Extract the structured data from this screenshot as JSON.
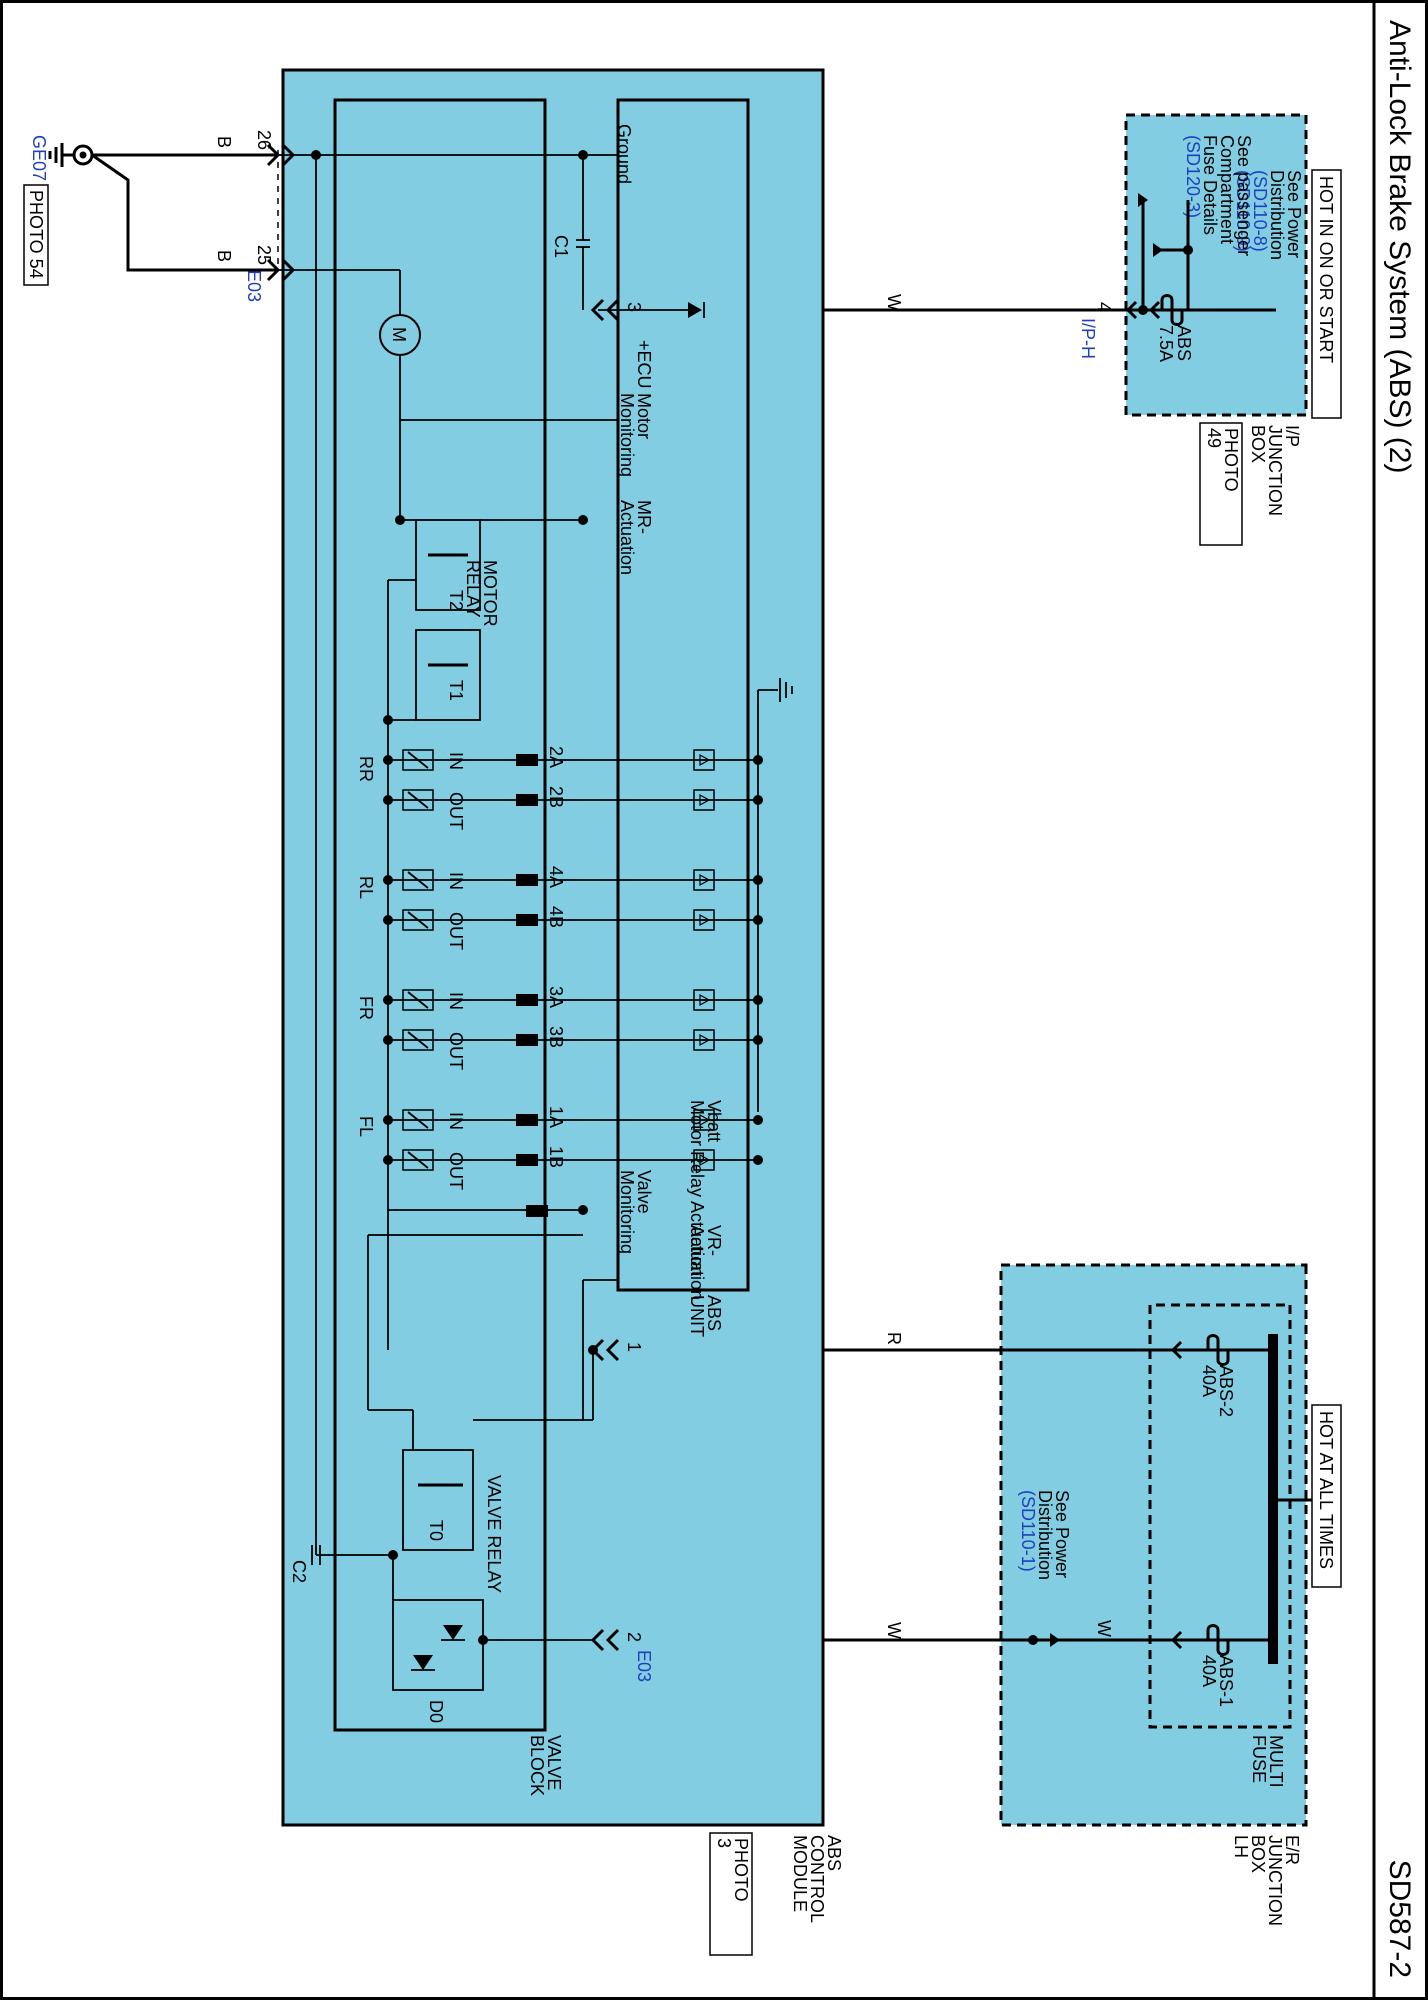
{
  "page": {
    "title": "Anti-Lock Brake System (ABS) (2)",
    "page_code": "SD587-2"
  },
  "colors": {
    "module_fill": "#82cde1",
    "line": "#000000",
    "reference_text": "#1f3fbf"
  },
  "ground": {
    "id": "GE07",
    "photo": "PHOTO 54"
  },
  "ip_junction_box": {
    "name_lines": [
      "I/P",
      "JUNCTION",
      "BOX"
    ],
    "photo_lines": [
      "PHOTO",
      "49"
    ],
    "hot_label": "HOT IN ON OR START",
    "see_power_lines": [
      "See Power",
      "Distribution"
    ],
    "power_refs": [
      "(SD110-8)",
      "(SD110-9)"
    ],
    "fuse_details_lines": [
      "See passenger",
      "Compartment",
      "Fuse Details"
    ],
    "fuse_details_ref": "(SD120-3)",
    "fuse_name": "ABS",
    "fuse_rating": "7.5A",
    "pin": "4",
    "connector": "I/P-H"
  },
  "er_junction_box": {
    "name_lines": [
      "E/R",
      "JUNCTION",
      "BOX",
      "LH"
    ],
    "multi_fuse_lines": [
      "MULTI",
      "FUSE"
    ],
    "hot_label": "HOT AT ALL TIMES",
    "fuses": [
      {
        "name": "ABS-2",
        "rating": "40A"
      },
      {
        "name": "ABS-1",
        "rating": "40A"
      }
    ],
    "see_power_lines": [
      "See Power",
      "Distribution"
    ],
    "power_ref": "(SD110-1)"
  },
  "abs_control_module": {
    "name_lines": [
      "ABS",
      "CONTROL",
      "MODULE"
    ],
    "photo_lines": [
      "PHOTO",
      "3"
    ],
    "connector": "E03",
    "pins": {
      "ground_a": "26",
      "ground_b": "25",
      "ig": "3",
      "motor_power": "1",
      "valve_power": "2"
    },
    "valve_block_lines": [
      "VALVE",
      "BLOCK"
    ],
    "abs_unit_lines": [
      "ABS",
      "UNIT"
    ],
    "unit_signals": {
      "ground": "Ground",
      "ecu": "+ECU",
      "motor_monitoring": [
        "Motor",
        "Monitoring"
      ],
      "mr_actuation": [
        "MR-",
        "Actuation"
      ],
      "vbatt": [
        "Vbatt",
        "Motor Relay  Actuation"
      ],
      "vr_actuation": [
        "VR-",
        "Actuation"
      ],
      "valve_monitoring": [
        "Valve",
        "Monitoring"
      ]
    },
    "capacitors": [
      "C1",
      "C2"
    ],
    "motor_symbol": "M",
    "motor_relay_lines": [
      "MOTOR",
      "RELAY"
    ],
    "transistors": [
      "T2",
      "T1"
    ],
    "valve_relay": "VALVE RELAY",
    "valve_relay_transistor": "T0",
    "diode": "D0",
    "valves": [
      {
        "wheel": "RR",
        "in_pin": "2A",
        "out_pin": "2B"
      },
      {
        "wheel": "RL",
        "in_pin": "4A",
        "out_pin": "4B"
      },
      {
        "wheel": "FR",
        "in_pin": "3A",
        "out_pin": "3B"
      },
      {
        "wheel": "FL",
        "in_pin": "1A",
        "out_pin": "1B"
      }
    ],
    "valve_in_label": "IN",
    "valve_out_label": "OUT"
  },
  "wires": {
    "ground": "B",
    "ig": "W",
    "motor": "R",
    "valve": "W",
    "fuse_feed": "W"
  }
}
